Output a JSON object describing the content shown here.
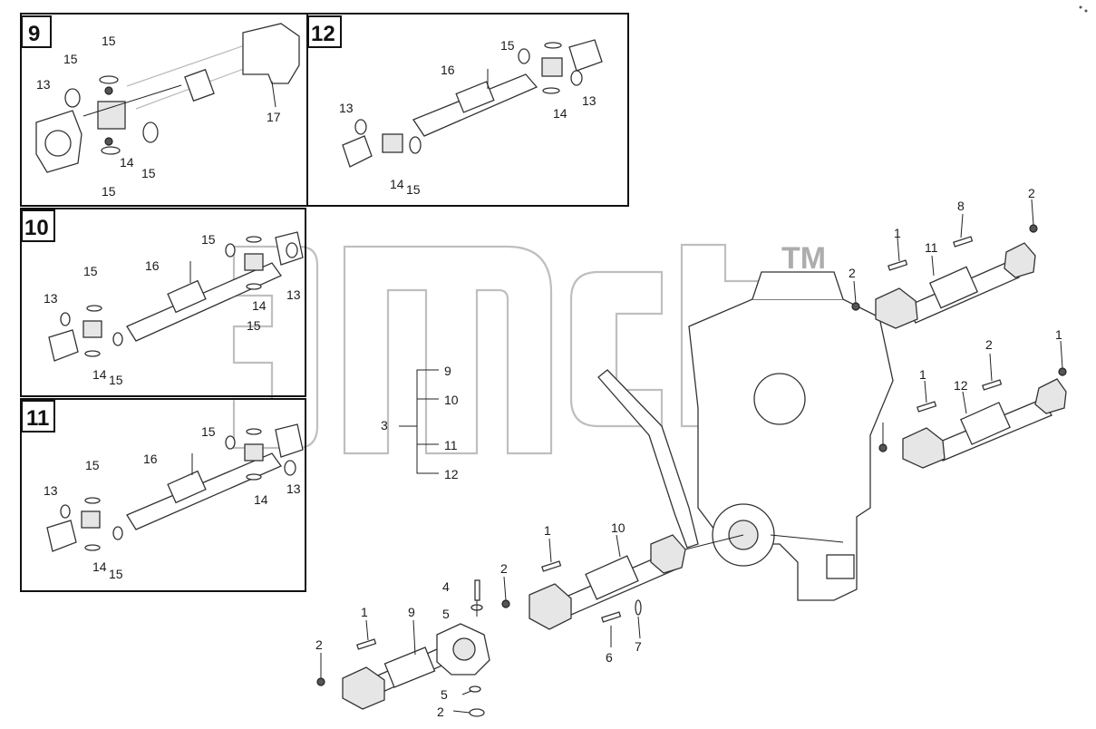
{
  "watermark": {
    "trademark": "TM"
  },
  "inset_boxes": [
    {
      "id": "9",
      "callouts": [
        "15",
        "15",
        "13",
        "14",
        "15",
        "15",
        "17"
      ]
    },
    {
      "id": "12",
      "callouts": [
        "15",
        "16",
        "13",
        "13",
        "14",
        "14",
        "15"
      ]
    },
    {
      "id": "10",
      "callouts": [
        "15",
        "16",
        "15",
        "13",
        "14",
        "14",
        "15",
        "13",
        "15"
      ]
    },
    {
      "id": "11",
      "callouts": [
        "15",
        "16",
        "15",
        "13",
        "14",
        "14",
        "15",
        "13"
      ]
    }
  ],
  "assembly_group": {
    "parent": "3",
    "children": [
      "9",
      "10",
      "11",
      "12"
    ]
  },
  "main_callouts": {
    "shaft11": [
      "8",
      "2",
      "1",
      "11",
      "2"
    ],
    "shaft12": [
      "2",
      "1",
      "1",
      "12"
    ],
    "shaft10": [
      "1",
      "10",
      "2",
      "4",
      "5",
      "6",
      "7"
    ],
    "shaft9": [
      "1",
      "9",
      "2",
      "5",
      "2"
    ]
  }
}
